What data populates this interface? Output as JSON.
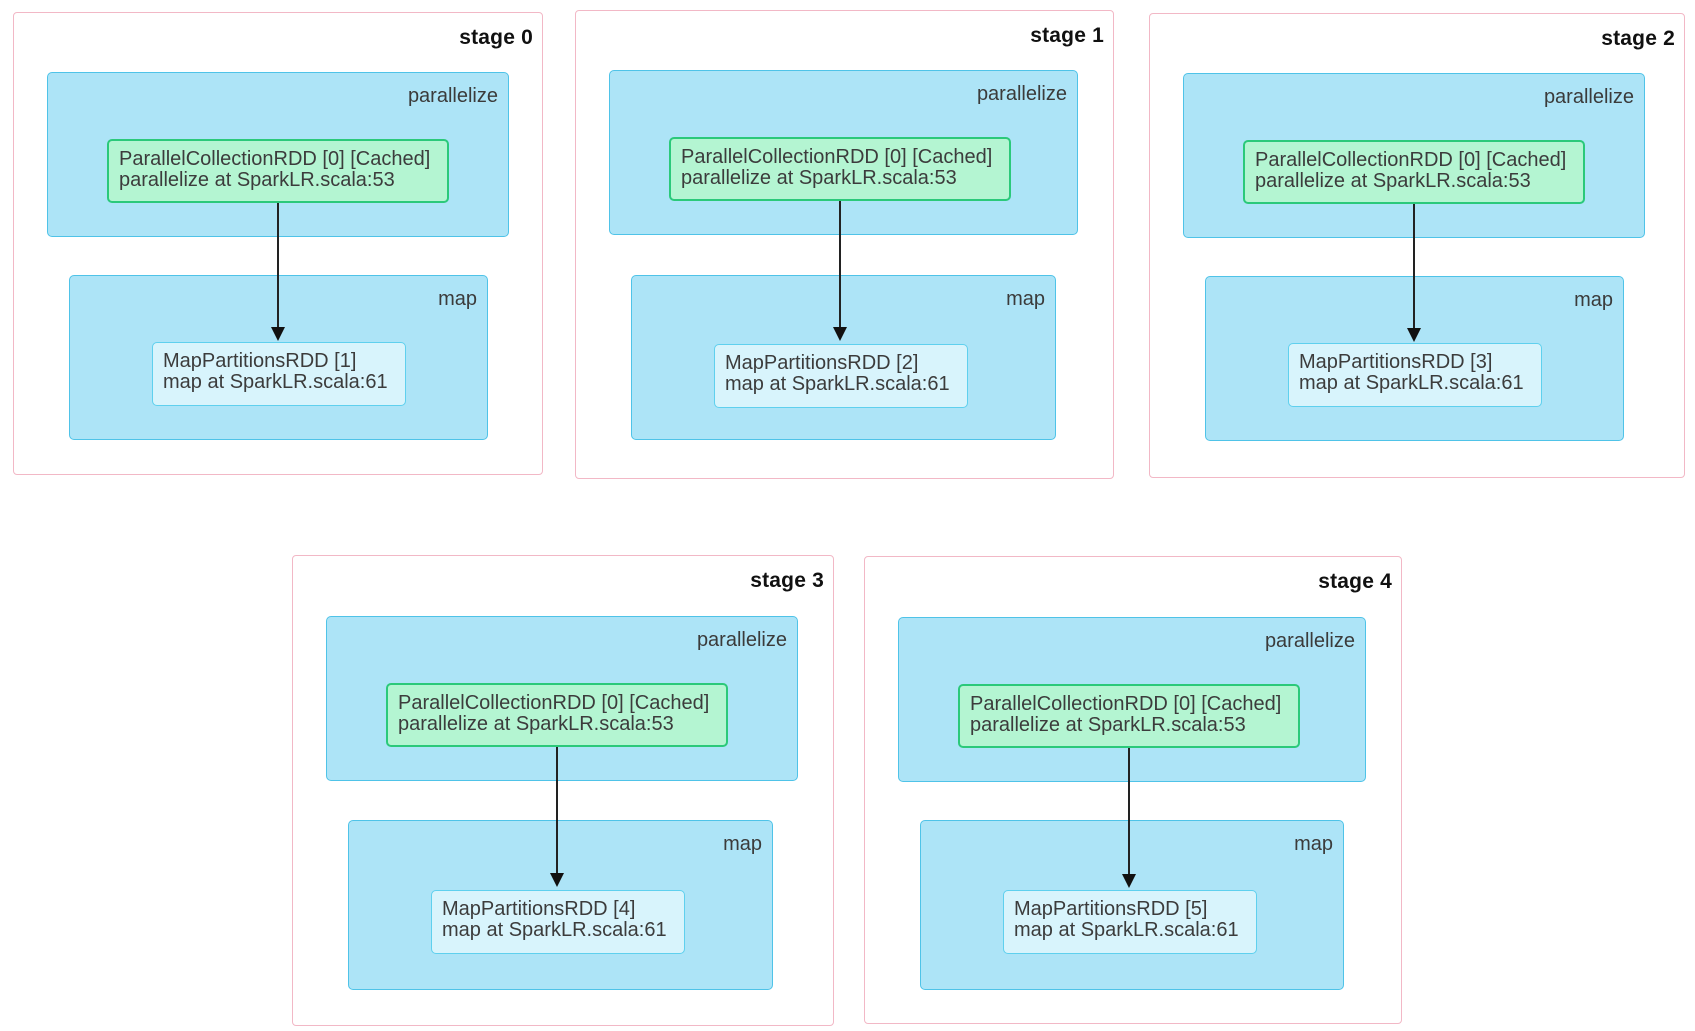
{
  "stages": [
    {
      "title": "stage 0",
      "clusters": {
        "parallelize": "parallelize",
        "map": "map"
      },
      "nodes": {
        "source": {
          "name": "ParallelCollectionRDD [0] [Cached]",
          "call": "parallelize at SparkLR.scala:53"
        },
        "target": {
          "name": "MapPartitionsRDD [1]",
          "call": "map at SparkLR.scala:61"
        }
      }
    },
    {
      "title": "stage 1",
      "clusters": {
        "parallelize": "parallelize",
        "map": "map"
      },
      "nodes": {
        "source": {
          "name": "ParallelCollectionRDD [0] [Cached]",
          "call": "parallelize at SparkLR.scala:53"
        },
        "target": {
          "name": "MapPartitionsRDD [2]",
          "call": "map at SparkLR.scala:61"
        }
      }
    },
    {
      "title": "stage 2",
      "clusters": {
        "parallelize": "parallelize",
        "map": "map"
      },
      "nodes": {
        "source": {
          "name": "ParallelCollectionRDD [0] [Cached]",
          "call": "parallelize at SparkLR.scala:53"
        },
        "target": {
          "name": "MapPartitionsRDD [3]",
          "call": "map at SparkLR.scala:61"
        }
      }
    },
    {
      "title": "stage 3",
      "clusters": {
        "parallelize": "parallelize",
        "map": "map"
      },
      "nodes": {
        "source": {
          "name": "ParallelCollectionRDD [0] [Cached]",
          "call": "parallelize at SparkLR.scala:53"
        },
        "target": {
          "name": "MapPartitionsRDD [4]",
          "call": "map at SparkLR.scala:61"
        }
      }
    },
    {
      "title": "stage 4",
      "clusters": {
        "parallelize": "parallelize",
        "map": "map"
      },
      "nodes": {
        "source": {
          "name": "ParallelCollectionRDD [0] [Cached]",
          "call": "parallelize at SparkLR.scala:53"
        },
        "target": {
          "name": "MapPartitionsRDD [5]",
          "call": "map at SparkLR.scala:61"
        }
      }
    }
  ],
  "colors": {
    "stage_border": "#f2b8c6",
    "cluster_fill": "#ade4f7",
    "cluster_border": "#4fc3e8",
    "cached_node_fill": "#b4f5d2",
    "cached_node_border": "#2bc97a",
    "node_fill": "#d8f4fc",
    "node_border": "#5fd0ee",
    "edge": "#222222"
  }
}
